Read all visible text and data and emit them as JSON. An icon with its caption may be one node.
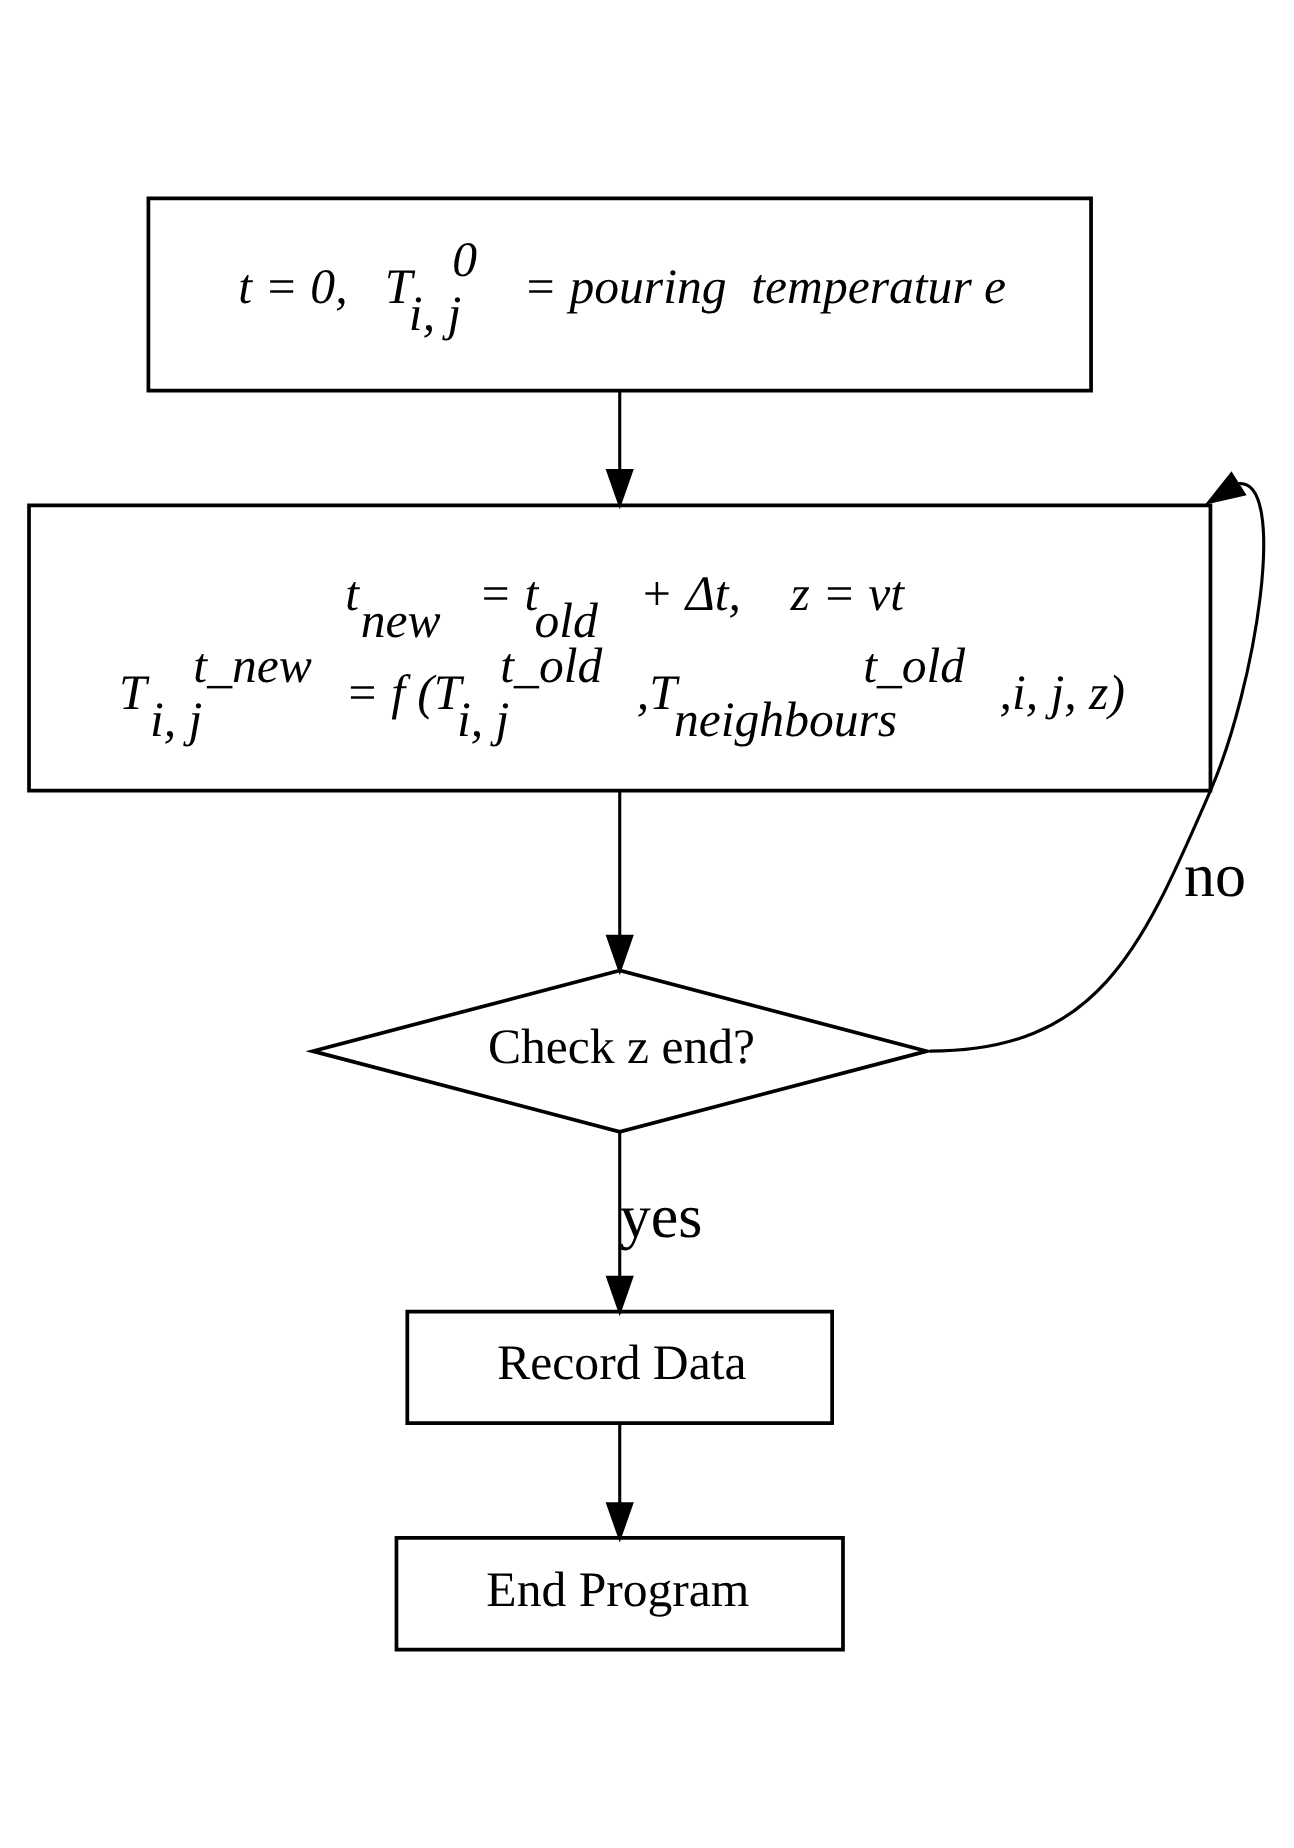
{
  "diagram": {
    "nodes": [
      {
        "text": [
          "t = 0,   T$_{i, j}$$^{0}$ = pouring  temperatur e"
        ]
      },
      {
        "text": [
          "t$_{new}$ = t$_{old}$ + Δt,    z = vt",
          "T$_{i, j}$$^{t_new}$ = f (T$_{i, j}$$^{t_old}$ ,T$_{neighbours}$$^{t_old}$ ,i, j, z)"
        ]
      },
      {
        "text": [
          "Check z end?"
        ]
      },
      {
        "text": [
          "Record Data"
        ]
      },
      {
        "text": [
          "End Program"
        ]
      }
    ],
    "edges": [
      {
        "from": 0,
        "to": 1,
        "arrow": "to"
      },
      {
        "from": 1,
        "to": 2,
        "arrow": "to"
      },
      {
        "from": 2,
        "to": 1,
        "arrow": "to",
        "label": "no"
      },
      {
        "from": 2,
        "to": 3,
        "arrow": "to",
        "label": "yes"
      },
      {
        "from": 3,
        "to": 4,
        "arrow": "to"
      }
    ]
  }
}
